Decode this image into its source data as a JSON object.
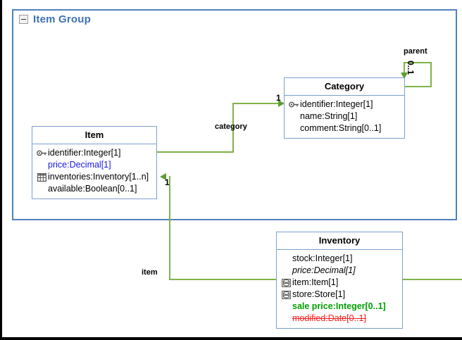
{
  "diagram": {
    "type": "uml-class-diagram",
    "canvas_background": "#ffffff",
    "border_color": "#000000",
    "association_color": "#80b24a",
    "class_border_color": "#7ba0cd",
    "group_border_color": "#4f81bd",
    "group_title_color": "#3d72b4",
    "blue_text_color": "#1818e0",
    "green_text_color": "#00a000",
    "red_text_color": "#ff2020"
  },
  "group": {
    "title": "Item Group",
    "collapse_icon": "minus-box-icon"
  },
  "classes": [
    {
      "id": "item",
      "name": "Item",
      "attributes": [
        {
          "icon": "key-icon",
          "text": "identifier:Integer[1]",
          "style": "normal"
        },
        {
          "icon": "none",
          "text": "price:Decimal[1]",
          "style": "blue"
        },
        {
          "icon": "table-icon",
          "text": "inventories:Inventory[1..n]",
          "style": "normal"
        },
        {
          "icon": "none",
          "text": "available:Boolean[0..1]",
          "style": "normal"
        }
      ]
    },
    {
      "id": "category",
      "name": "Category",
      "attributes": [
        {
          "icon": "key-icon",
          "text": "identifier:Integer[1]",
          "style": "normal"
        },
        {
          "icon": "none",
          "text": "name:String[1]",
          "style": "normal"
        },
        {
          "icon": "none",
          "text": "comment:String[0..1]",
          "style": "normal"
        }
      ]
    },
    {
      "id": "inventory",
      "name": "Inventory",
      "attributes": [
        {
          "icon": "none",
          "text": "stock:Integer[1]",
          "style": "normal"
        },
        {
          "icon": "none",
          "text": "price:Decimal[1]",
          "style": "italic"
        },
        {
          "icon": "link-icon",
          "text": "item:Item[1]",
          "style": "normal"
        },
        {
          "icon": "link-icon",
          "text": "store:Store[1]",
          "style": "normal"
        },
        {
          "icon": "none",
          "text": "sale price:Integer[0..1]",
          "style": "green"
        },
        {
          "icon": "none",
          "text": "modified:Date[0..1]",
          "style": "red"
        }
      ]
    }
  ],
  "associations": [
    {
      "id": "category-assoc",
      "label": "category",
      "source": "Item",
      "target": "Category",
      "target_multiplicity": "1"
    },
    {
      "id": "parent-assoc",
      "label": "parent",
      "source": "Category",
      "target": "Category",
      "target_multiplicity": "0..1"
    },
    {
      "id": "item-assoc",
      "label": "item",
      "source": "Inventory",
      "target": "Item",
      "target_multiplicity": "1"
    }
  ]
}
